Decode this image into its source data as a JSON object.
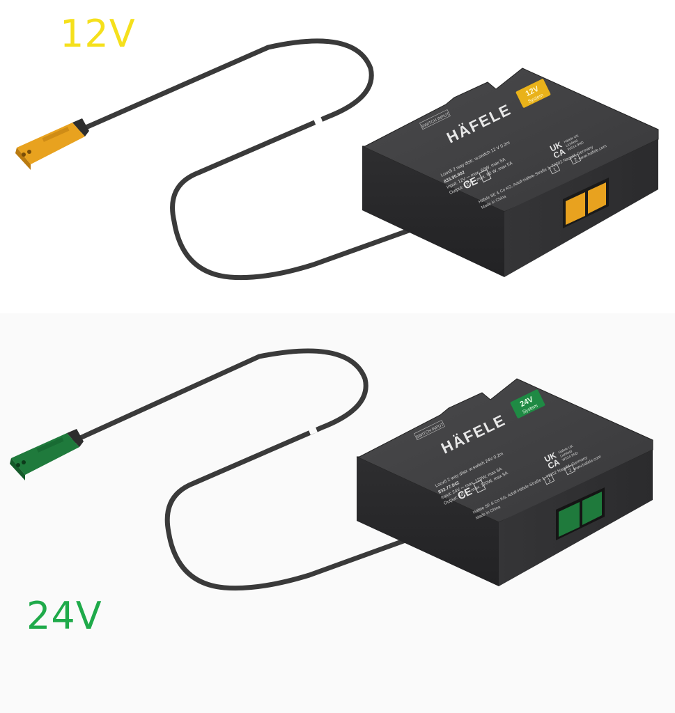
{
  "labels": {
    "top_voltage": "12V",
    "bottom_voltage": "24V"
  },
  "devices": {
    "top": {
      "brand": "HÄFELE",
      "badge_main": "12V",
      "badge_sub": "System",
      "switch_label": "SWITCH INPUT",
      "title_line": "Loox5 2 way distr. w.switch 12 V 0.2m",
      "part_number": "833.95.902",
      "input_line": "Input: 12V ⎓ max. 60W, max 5A",
      "output_line": "Output: 12V ⎓ max. 60 W, max 5A",
      "made_in": "Made in China",
      "uk_line1": "Häfele UK",
      "uk_line2": "Lichfield",
      "uk_line3": "WS14 9ND",
      "address": "Häfele SE & Co KG, Adolf-Häfele-Straße 1, 72202 Nagold, Germany",
      "website": "www.hafele.com",
      "port1": "1",
      "port2": "2",
      "connector_color": "#e8a21f",
      "badge_color": "#e9b21a"
    },
    "bottom": {
      "brand": "HÄFELE",
      "badge_main": "24V",
      "badge_sub": "System",
      "switch_label": "SWITCH INPUT",
      "title_line": "Loox5 2 way distr. w.switch 24V 0.2m",
      "part_number": "833.77.842",
      "input_line": "Input: 24V ⎓ max. 120W, max 5A",
      "output_line": "Output: 24V ⎓ max. 120W, max 5A",
      "made_in": "Made in China",
      "uk_line1": "Häfele UK",
      "uk_line2": "Lichfield",
      "uk_line3": "WS14 9ND",
      "address": "Häfele SE & Co KG, Adolf-Häfele-Straße 1, 72202 Nagold, Germany",
      "website": "www.hafele.com",
      "port1": "1",
      "port2": "2",
      "connector_color": "#1f7a3c",
      "badge_color": "#1f8a44"
    }
  },
  "colors": {
    "housing": "#3d3d3f",
    "housing_dark": "#2a2a2c",
    "cable": "#3a3a3a",
    "label_12v": "#f5e01c",
    "label_24v": "#1faa4a"
  }
}
